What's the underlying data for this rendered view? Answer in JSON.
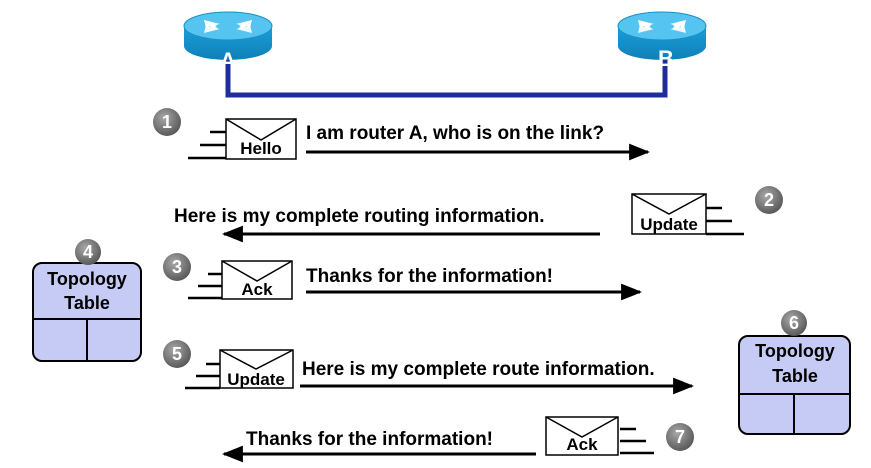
{
  "routers": {
    "a": {
      "label": "A"
    },
    "b": {
      "label": "B"
    }
  },
  "steps": {
    "s1": {
      "badge": "1",
      "envelope": "Hello",
      "message": "I am router A, who is on the link?"
    },
    "s2": {
      "badge": "2",
      "envelope": "Update",
      "message": "Here is my complete routing information."
    },
    "s3": {
      "badge": "3",
      "envelope": "Ack",
      "message": "Thanks for the information!"
    },
    "s5": {
      "badge": "5",
      "envelope": "Update",
      "message": "Here is my complete route information."
    },
    "s7": {
      "badge": "7",
      "envelope": "Ack",
      "message": "Thanks for the information!"
    }
  },
  "tables": {
    "left": {
      "badge": "4",
      "line1": "Topology",
      "line2": "Table"
    },
    "right": {
      "badge": "6",
      "line1": "Topology",
      "line2": "Table"
    }
  },
  "colors": {
    "router_body": "#1aa6e0",
    "router_top": "#5cc8f2",
    "link": "#1f2d9c",
    "table_fill": "#c5cbf5",
    "badge": "#707070"
  }
}
